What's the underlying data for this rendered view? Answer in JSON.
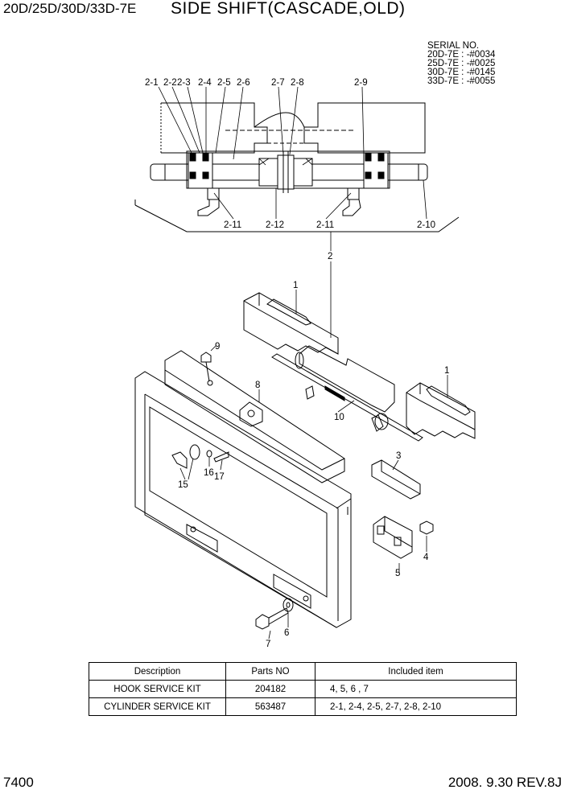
{
  "header": {
    "model": "20D/25D/30D/33D-7E",
    "title": "SIDE SHIFT(CASCADE,OLD)"
  },
  "serial": {
    "heading": "SERIAL NO.",
    "rows": [
      "20D-7E : -#0034",
      "25D-7E : -#0025",
      "30D-7E : -#0145",
      "33D-7E : -#0055"
    ]
  },
  "callouts": {
    "c2_1": "2-1",
    "c2_2": "2-2",
    "c2_3": "2-3",
    "c2_4": "2-4",
    "c2_5": "2-5",
    "c2_6": "2-6",
    "c2_7": "2-7",
    "c2_8": "2-8",
    "c2_9": "2-9",
    "c2_10": "2-10",
    "c2_11a": "2-11",
    "c2_11b": "2-11",
    "c2_12": "2-12",
    "c2": "2",
    "c1a": "1",
    "c1b": "1",
    "c3": "3",
    "c4": "4",
    "c5": "5",
    "c6": "6",
    "c7": "7",
    "c8": "8",
    "c9": "9",
    "c10": "10",
    "c15": "15",
    "c16": "16",
    "c17": "17"
  },
  "table": {
    "headers": [
      "Description",
      "Parts NO",
      "Included item"
    ],
    "rows": [
      [
        "HOOK SERVICE KIT",
        "204182",
        "4, 5, 6 , 7"
      ],
      [
        "CYLINDER SERVICE KIT",
        "563487",
        "2-1, 2-4, 2-5, 2-7, 2-8, 2-10"
      ]
    ]
  },
  "footer": {
    "page": "7400",
    "revision": "2008. 9.30  REV.8J"
  }
}
